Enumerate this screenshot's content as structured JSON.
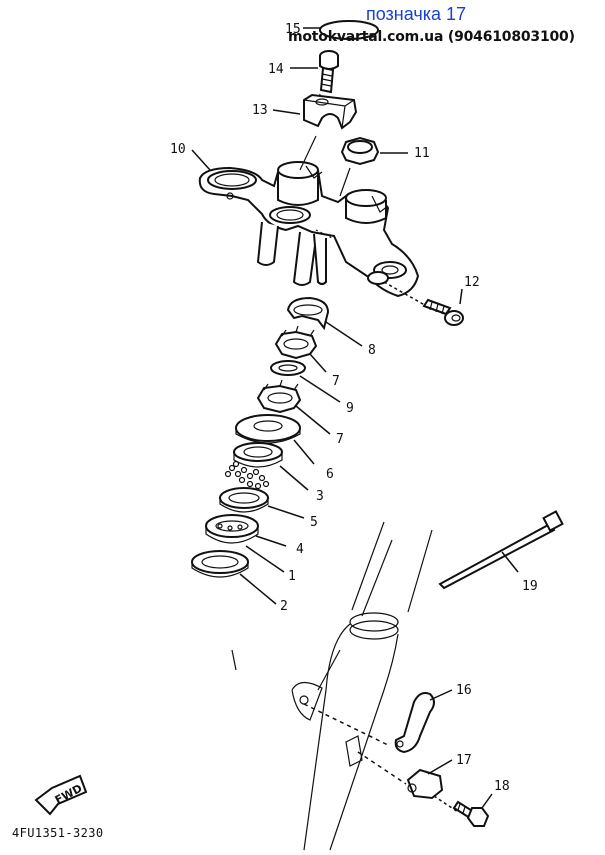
{
  "watermark": {
    "label": "позначка 17",
    "site": "motokvartal.com.ua (904610803100)"
  },
  "drawing_code": "4FU1351-3230",
  "fwd_badge": "FWD",
  "callouts": {
    "p1": "1",
    "p2": "2",
    "p3": "3",
    "p4": "4",
    "p5": "5",
    "p6": "6",
    "p7a": "7",
    "p7b": "7",
    "p8": "8",
    "p9": "9",
    "p10": "10",
    "p11": "11",
    "p12": "12",
    "p13": "13",
    "p14": "14",
    "p15": "15",
    "p16": "16",
    "p17": "17",
    "p18": "18",
    "p19": "19"
  },
  "colors": {
    "watermark": "#1a3fd6",
    "ink": "#111111"
  }
}
